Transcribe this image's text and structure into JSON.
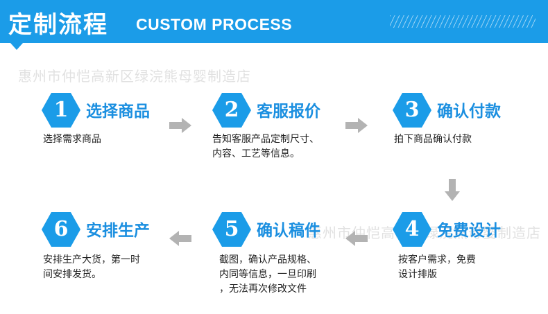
{
  "header": {
    "title_cn": "定制流程",
    "title_en": "CUSTOM PROCESS",
    "color": "#1b9ce8"
  },
  "watermark": "惠州市仲恺高新区绿浣熊母婴制造店",
  "steps": [
    {
      "number": "1",
      "title": "选择商品",
      "desc": [
        "选择需求商品"
      ]
    },
    {
      "number": "2",
      "title": "客服报价",
      "desc": [
        "告知客服产品定制尺寸、",
        "内容、工艺等信息。"
      ]
    },
    {
      "number": "3",
      "title": "确认付款",
      "desc": [
        "拍下商品确认付款"
      ]
    },
    {
      "number": "4",
      "title": "免费设计",
      "desc": [
        "按客户需求，免费",
        "设计排版"
      ]
    },
    {
      "number": "5",
      "title": "确认稿件",
      "desc": [
        "截图，确认产品规格、",
        "内同等信息，一旦印刷",
        "，无法再次修改文件"
      ]
    },
    {
      "number": "6",
      "title": "安排生产",
      "desc": [
        "安排生产大货，第一时",
        "间安排发货。"
      ]
    }
  ],
  "arrow_color": "#b3b3b3"
}
